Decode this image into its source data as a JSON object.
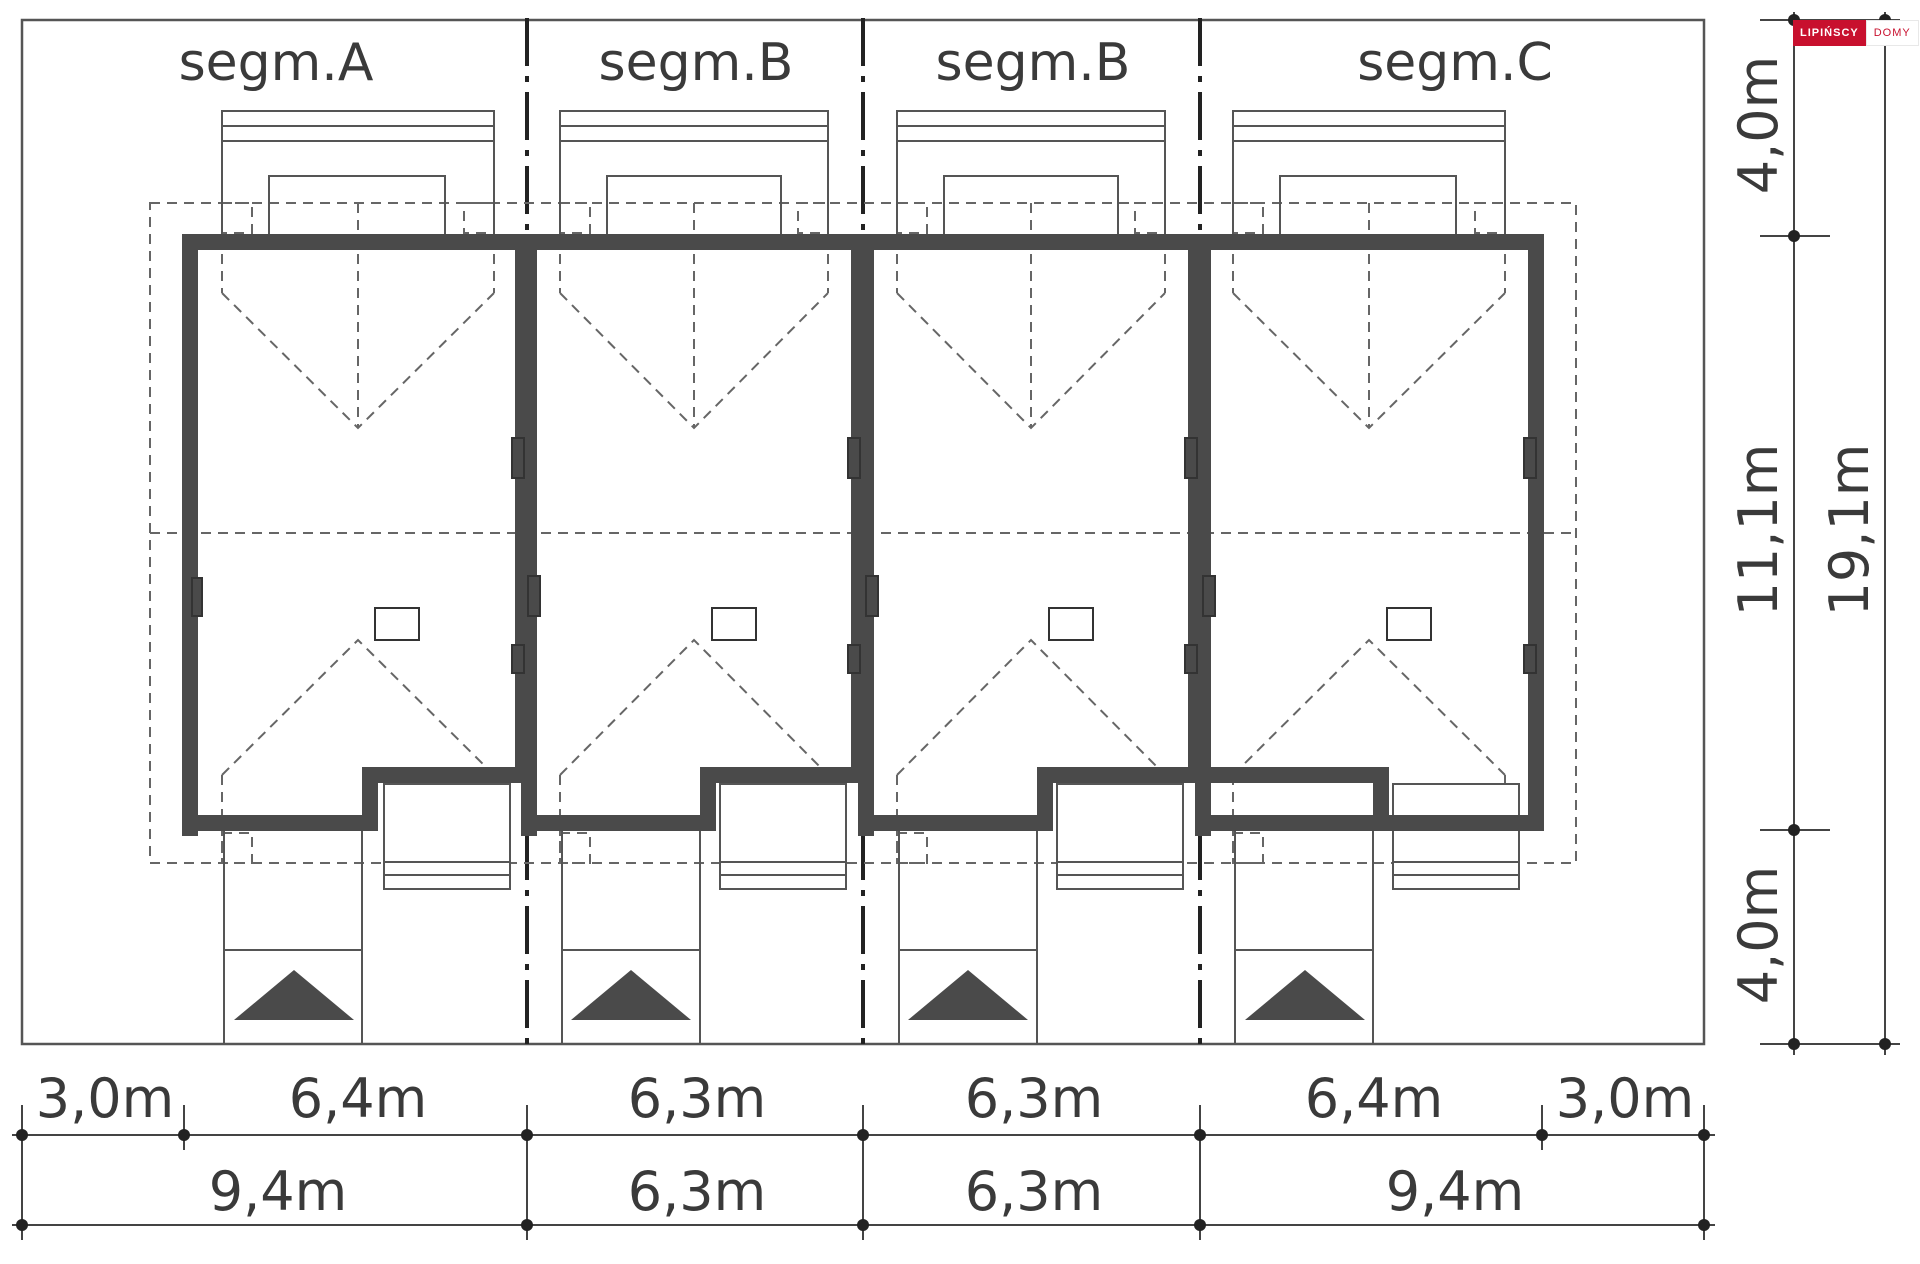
{
  "logo": {
    "brand": "LIPIŃSCY",
    "product": "DOMY",
    "color": "#c8102e"
  },
  "segments": [
    {
      "label": "segm.A"
    },
    {
      "label": "segm.B"
    },
    {
      "label": "segm.B"
    },
    {
      "label": "segm.C"
    }
  ],
  "dimensions": {
    "row1": [
      "3,0m",
      "6,4m",
      "6,3m",
      "6,3m",
      "6,4m",
      "3,0m"
    ],
    "row2": [
      "9,4m",
      "6,3m",
      "6,3m",
      "9,4m"
    ],
    "vertical_inner": [
      "4,0m",
      "11,1m",
      "4,0m"
    ],
    "vertical_total": "19,1m"
  },
  "colors": {
    "wall": "#4a4a4a",
    "line": "#555555",
    "text": "#3a3a3a"
  }
}
